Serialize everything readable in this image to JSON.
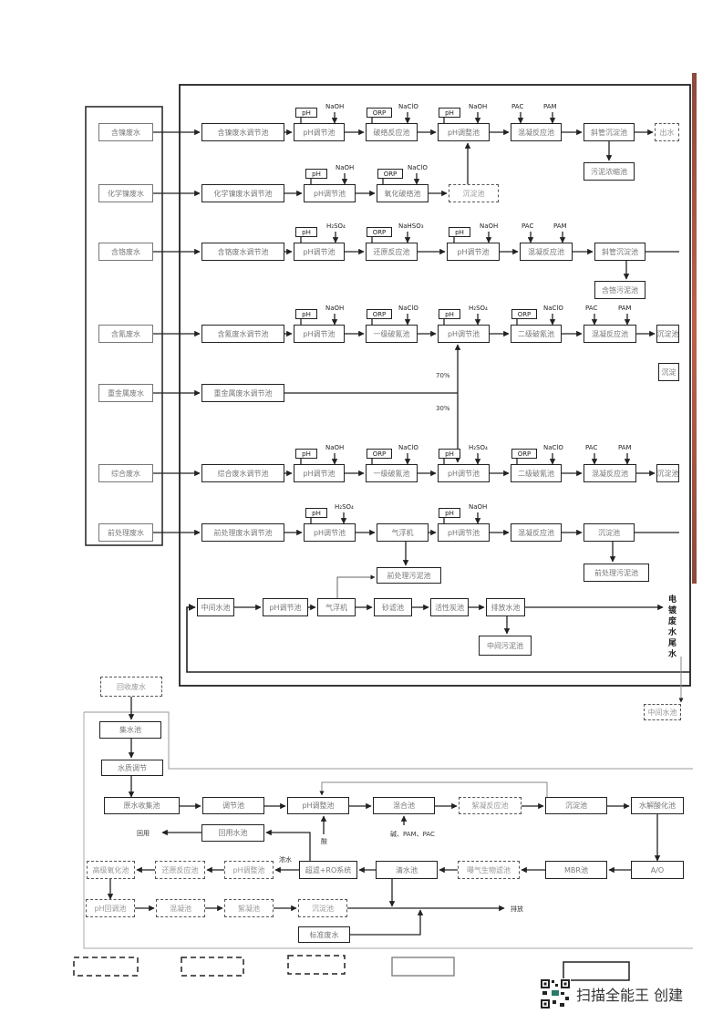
{
  "sources": [
    "含镍废水",
    "化学镍废水",
    "含铬废水",
    "含氰废水",
    "重金属废水",
    "综合废水",
    "前处理废水"
  ],
  "row1": {
    "tanks": [
      "含镍废水调节池",
      "pH调节池",
      "破络反应池",
      "pH调整池",
      "混凝反应池",
      "斜管沉淀池",
      "出水"
    ],
    "sludge": "污泥浓缩池",
    "sensors": [
      "pH",
      "ORP",
      "pH"
    ],
    "chems": [
      "NaOH",
      "NaClO",
      "NaOH",
      "PAC",
      "PAM"
    ]
  },
  "row2": {
    "tanks": [
      "化学镍废水调节池",
      "pH调节池",
      "氧化破络池",
      "沉淀池"
    ],
    "sensors": [
      "pH",
      "ORP"
    ],
    "chems": [
      "NaOH",
      "NaClO"
    ]
  },
  "row3": {
    "tanks": [
      "含铬废水调节池",
      "pH调节池",
      "还原反应池",
      "pH调节池",
      "混凝反应池",
      "斜管沉淀池"
    ],
    "sludge": "含铬污泥池",
    "sensors": [
      "pH",
      "ORP",
      "pH"
    ],
    "chems": [
      "H₂SO₄",
      "NaHSO₃",
      "NaOH",
      "PAC",
      "PAM"
    ]
  },
  "row4": {
    "tanks": [
      "含氰废水调节池",
      "pH调节池",
      "一级破氰池",
      "pH调节池",
      "二级破氰池",
      "混凝反应池",
      "沉淀池"
    ],
    "side": "沉淀",
    "sensors": [
      "pH",
      "ORP",
      "pH",
      "ORP"
    ],
    "chems": [
      "NaOH",
      "NaClO",
      "H₂SO₄",
      "NaClO",
      "PAC",
      "PAM"
    ]
  },
  "row5": {
    "tanks": [
      "重金属废水调节池"
    ],
    "split_top": "70%",
    "split_bottom": "30%"
  },
  "row6": {
    "tanks": [
      "综合废水调节池",
      "pH调节池",
      "一级破氰池",
      "pH调节池",
      "二级破氰池",
      "混凝反应池",
      "沉淀池"
    ],
    "sensors": [
      "pH",
      "ORP",
      "pH",
      "ORP"
    ],
    "chems": [
      "NaOH",
      "NaClO",
      "H₂SO₄",
      "NaClO",
      "PAC",
      "PAM"
    ]
  },
  "row7": {
    "tanks": [
      "前处理废水调节池",
      "pH调节池",
      "气浮机",
      "pH调节池",
      "混凝反应池",
      "沉淀池"
    ],
    "sludge1": "前处理污泥池",
    "sludge2": "前处理污泥池",
    "sensors": [
      "pH",
      "pH"
    ],
    "chems": [
      "H₂SO₄",
      "NaOH"
    ]
  },
  "row8": {
    "tanks": [
      "中间水池",
      "pH调节池",
      "气浮机",
      "砂滤池",
      "活性炭池",
      "排放水池"
    ],
    "sludge": "中间污泥池",
    "outlet": "电镀废水尾水"
  },
  "lower": {
    "recycle_source": "回收废水",
    "collect": "集水池",
    "quality": "水质调节",
    "lineA": [
      "原水收集池",
      "调节池",
      "pH调整池",
      "混合池",
      "絮凝反应池",
      "沉淀池",
      "水解酸化池"
    ],
    "acid": "酸",
    "dosing": "碱、PAM、PAC",
    "reuse": "回用水池",
    "reuse_out": "回用",
    "lineB": [
      "高级氧化池",
      "还原反应池",
      "pH调整池",
      "超滤+RO系统",
      "清水池",
      "曝气生物滤池",
      "MBR池",
      "A/O"
    ],
    "concentrate": "浓水",
    "lineC": [
      "pH回调池",
      "混凝池",
      "絮凝池",
      "沉淀池"
    ],
    "standard": "标准废水",
    "discharge": "排放",
    "mid": "中间水池"
  },
  "footer": {
    "text": "扫描全能王 创建"
  }
}
